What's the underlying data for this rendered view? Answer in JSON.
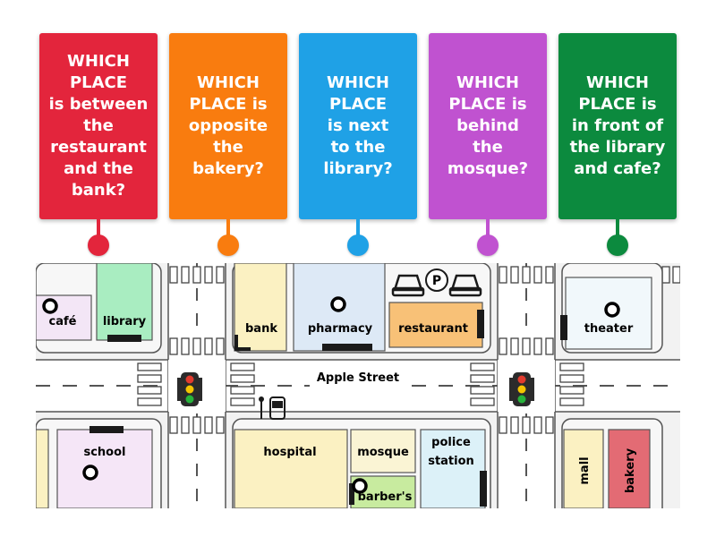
{
  "questions": [
    {
      "text": "WHICH\nPLACE\nis between\nthe\nrestaurant\nand the\nbank?",
      "color": "#e3253c"
    },
    {
      "text": "WHICH\nPLACE is\nopposite\nthe\nbakery?",
      "color": "#f97c0f"
    },
    {
      "text": "WHICH\nPLACE\nis next\nto the\nlibrary?",
      "color": "#1fa1e6"
    },
    {
      "text": "WHICH\nPLACE is\nbehind\nthe\nmosque?",
      "color": "#c052d0"
    },
    {
      "text": "WHICH\nPLACE is\nin front of\nthe library\nand cafe?",
      "color": "#0c8a3e"
    }
  ],
  "map": {
    "street": "Apple Street",
    "places": {
      "cafe": "café",
      "library": "library",
      "bank": "bank",
      "pharmacy": "pharmacy",
      "restaurant": "restaurant",
      "theater": "theater",
      "school": "school",
      "hospital": "hospital",
      "mosque": "mosque",
      "police1": "police",
      "police2": "station",
      "barbers": "barber's",
      "mall": "mall",
      "bakery": "bakery"
    },
    "parking_letter": "P"
  }
}
